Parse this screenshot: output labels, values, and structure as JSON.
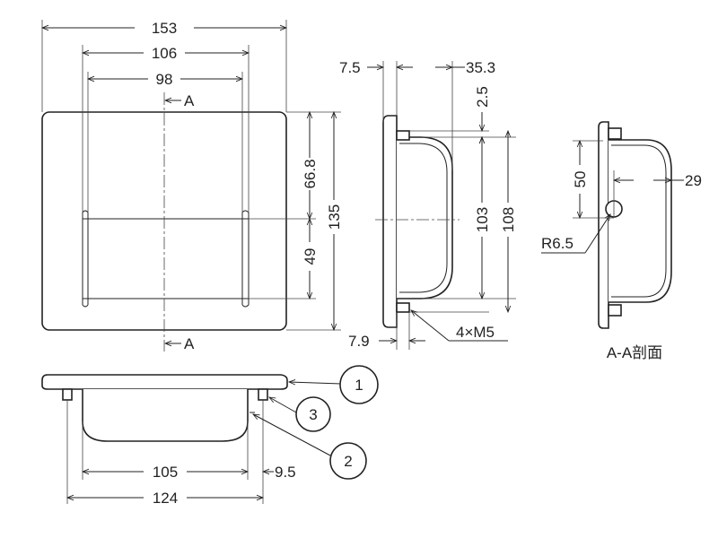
{
  "dimensions": {
    "width_153": "153",
    "width_106": "106",
    "width_98": "98",
    "height_66_8": "66.8",
    "height_49": "49",
    "height_135": "135",
    "depth_7_5": "7.5",
    "depth_35_3": "35.3",
    "offset_2_5": "2.5",
    "height_103": "103",
    "height_108": "108",
    "flange_7_9": "7.9",
    "bottom_105": "105",
    "bottom_9_5": "9.5",
    "bottom_124": "124",
    "section_50": "50",
    "section_29": "29",
    "radius": "R6.5"
  },
  "labels": {
    "section_mark_top": "A",
    "section_mark_bottom": "A",
    "screws": "4×M5",
    "section_caption": "A-A剖面"
  },
  "callouts": {
    "item_1": "1",
    "item_2": "2",
    "item_3": "3"
  }
}
